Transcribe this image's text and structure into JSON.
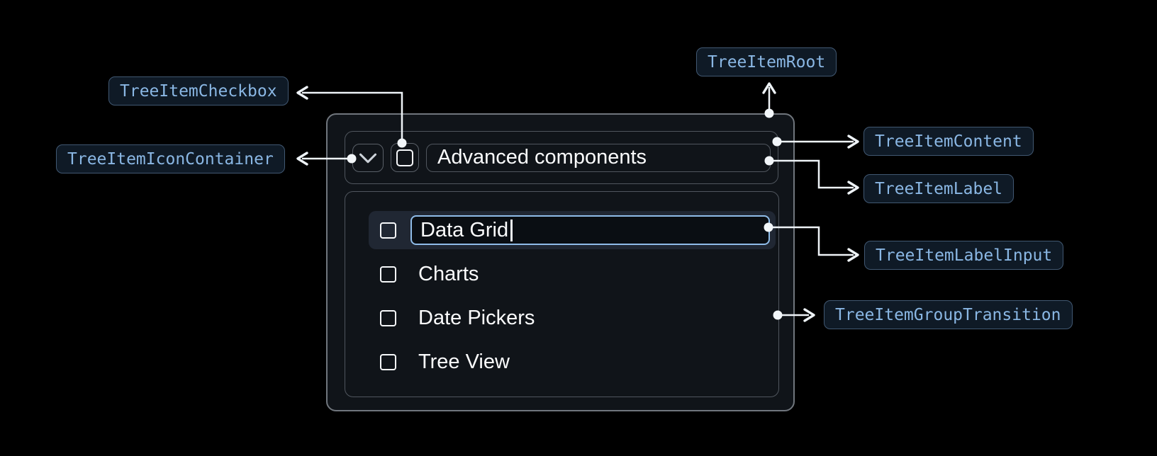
{
  "annotations": {
    "checkbox": "TreeItemCheckbox",
    "icon_container": "TreeItemIconContainer",
    "root": "TreeItemRoot",
    "content": "TreeItemContent",
    "label": "TreeItemLabel",
    "label_input": "TreeItemLabelInput",
    "group_transition": "TreeItemGroupTransition"
  },
  "tree": {
    "parent": {
      "label": "Advanced components"
    },
    "editing_item": {
      "input_value": "Data Grid"
    },
    "children": [
      {
        "label": "Charts"
      },
      {
        "label": "Date Pickers"
      },
      {
        "label": "Tree View"
      }
    ]
  },
  "icons": {
    "expand": "chevron-down",
    "checkbox_state": "unchecked"
  },
  "colors": {
    "annotation_text": "#8ab7e4",
    "annotation_border": "#415872",
    "input_accent": "#8fbce9",
    "connector": "#eef3f7",
    "component_background": "#101419",
    "page_background": "#000000"
  }
}
